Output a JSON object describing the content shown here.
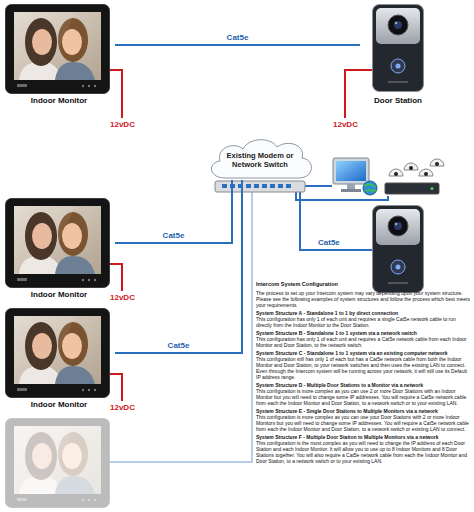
{
  "diagram": {
    "nodes": [
      {
        "text": [
          "Indoor Monitor"
        ]
      },
      {
        "text": [
          "Door Station"
        ]
      },
      {
        "text": [
          "Existing Modem or Network Switch"
        ]
      },
      {
        "text": [
          "Indoor Monitor"
        ]
      },
      {
        "text": [
          "Indoor Monitor"
        ]
      }
    ],
    "edges": [
      {
        "from": 0,
        "to": 1,
        "arrow": "none",
        "label": "Cat5e"
      },
      {
        "from": 3,
        "to": 2,
        "arrow": "none",
        "label": "Cat5e"
      },
      {
        "from": 4,
        "to": 2,
        "arrow": "none",
        "label": "Cat5e"
      }
    ],
    "labels": [
      "12vDC",
      "12vDC",
      "Cat5e",
      "12vDC",
      "12vDC",
      "Intercom System Configuration",
      "The process to set up your Intercom system may vary depending upon your system structure. Please see the following examples of system structures and follow the process which best meets your requirements.",
      "System Structure A - Standalone 1 to 1 by direct connection",
      "This configuration has only 1 of each unit and requires a single Cat5e network cable to run directly from the Indoor Monitor to the Door Station.",
      "System Structure B - Standalone 1 to 1 system via a network switch",
      "This configuration has only 1 of each unit and requires a Cat5e network cable from each Indoor Monitor and Door Station, to the network switch.",
      "System Structure C - Standalone 1 to 1 system via an existing computer network",
      "This configuration still has only 1 of each but has a Cat5e network cable from both the Indoor Monitor and Door Station, to your network switches and then uses the existing LAN to connect. Even through the Intercom system will be running across your network, it will still use its Default IP address range.",
      "System Structure D - Multiple Door Stations to a Monitor via a network",
      "This configuration is more complex as you can use 2 or more Door Stations with an Indoor Monitor but you will need to change some IP addresses. You will require a Cat5e network cable from each the Indoor Monitor and Door Station, to a network switch or to your existing LAN.",
      "System Structure E - Single Door Stations to Multiple Monitors via a network",
      "This configuration is more complex as you can use your Door Stations with 2 or more Indoor Monitors but you will need to change some IP addresses. You will require a Cat5e network cable from each the Indoor Monitor and Door Station, to a network switch or existing LAN to connect.",
      "System Structure F - Multiple Door Station to Multiple Monitors via a network",
      "This configuration is the most complex as you will need to change the IP address of each Door Station and each Indoor Monitor. It will allow you to use up to 8 Indoor Monitors and 8 Door Stations together. You will also require a Cat5e network cable from each the Indoor Monitor and Door Station, to a network switch or to your existing LAN."
    ]
  }
}
